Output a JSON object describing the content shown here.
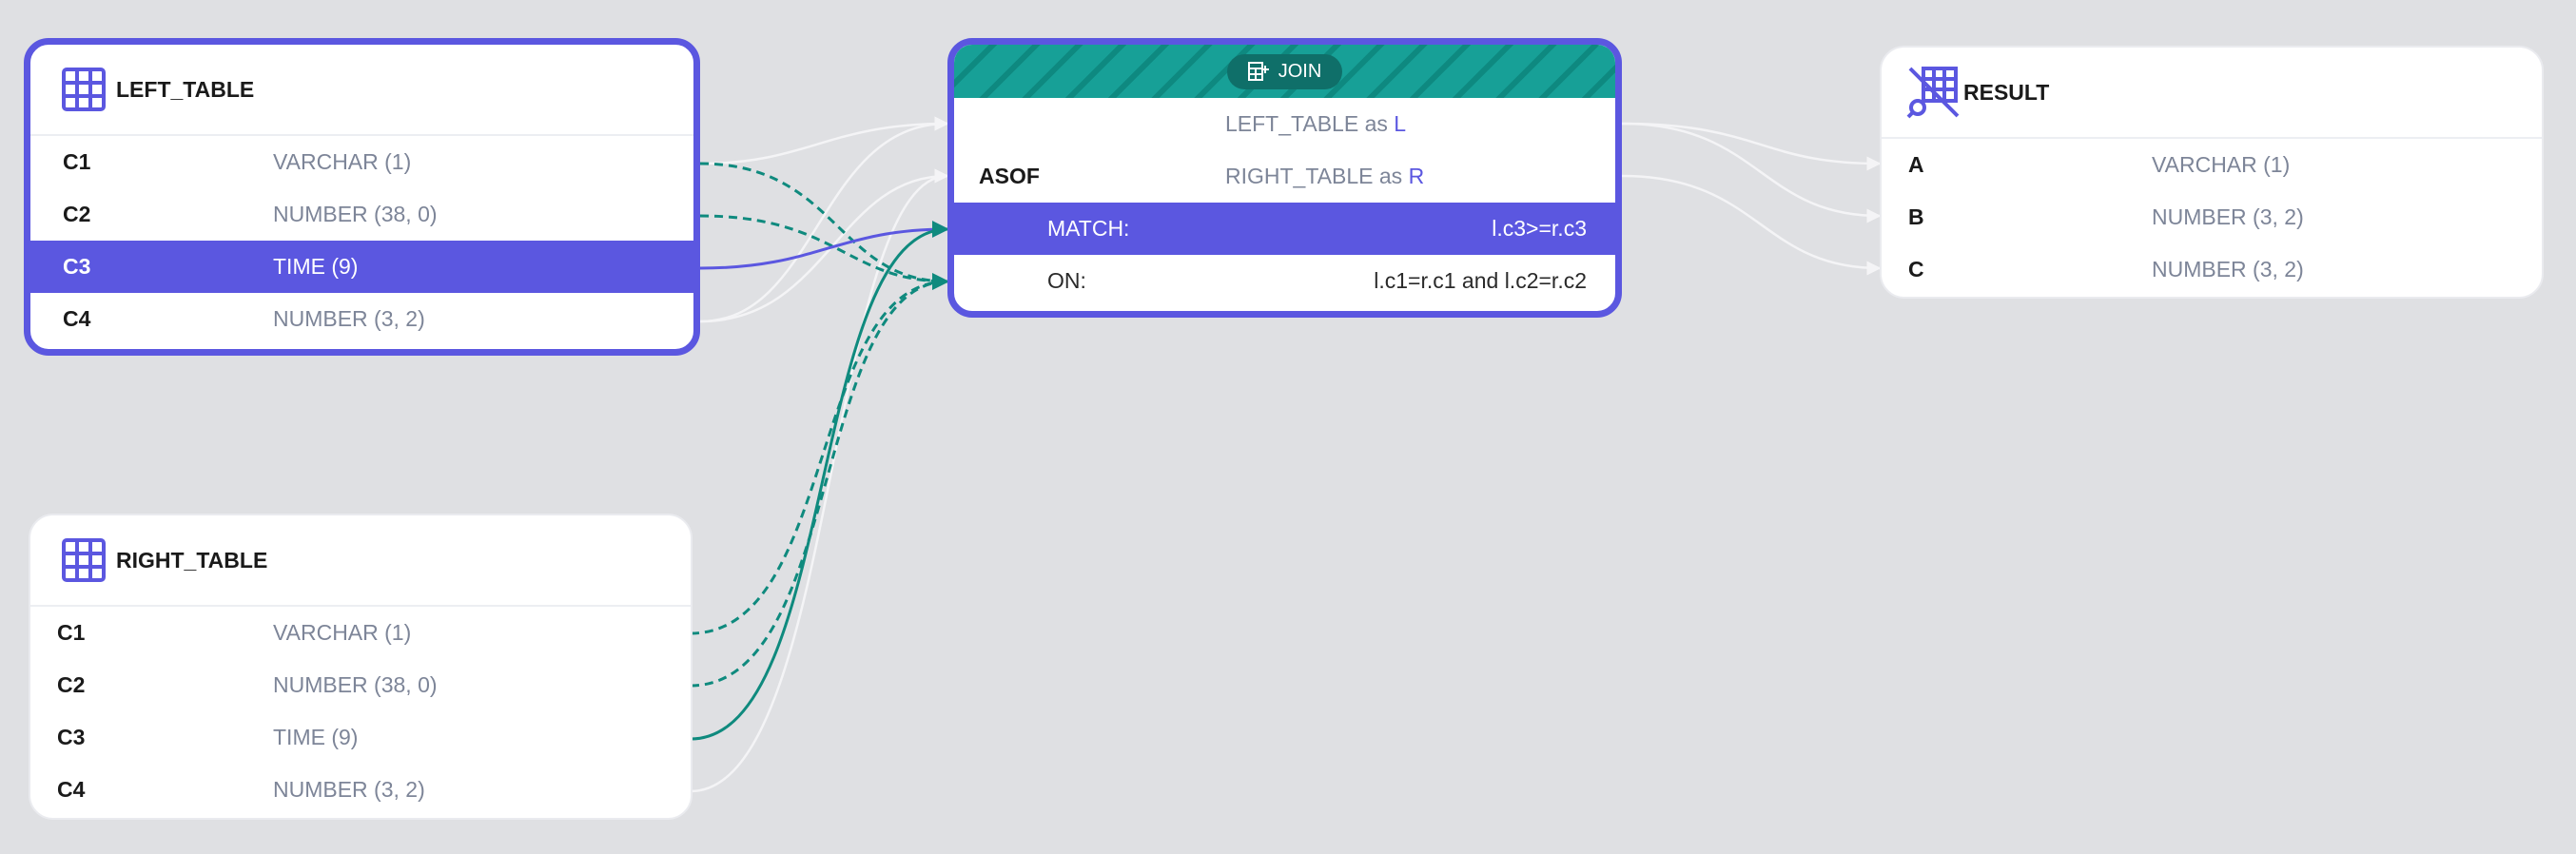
{
  "colors": {
    "accent": "#5b57e0",
    "teal": "#0f8a7e",
    "edge_inactive": "#f4f4f6",
    "type_text": "#7d8598",
    "background": "#dfe0e3"
  },
  "left_table": {
    "title": "LEFT_TABLE",
    "icon": "table-grid-icon",
    "columns": [
      {
        "name": "C1",
        "type": "VARCHAR (1)"
      },
      {
        "name": "C2",
        "type": "NUMBER (38, 0)"
      },
      {
        "name": "C3",
        "type": "TIME (9)"
      },
      {
        "name": "C4",
        "type": "NUMBER (3, 2)"
      }
    ],
    "highlighted_column": "C3"
  },
  "right_table": {
    "title": "RIGHT_TABLE",
    "icon": "table-grid-icon",
    "columns": [
      {
        "name": "C1",
        "type": "VARCHAR (1)"
      },
      {
        "name": "C2",
        "type": "NUMBER (38, 0)"
      },
      {
        "name": "C3",
        "type": "TIME (9)"
      },
      {
        "name": "C4",
        "type": "NUMBER (3, 2)"
      }
    ]
  },
  "join": {
    "badge_label": "JOIN",
    "icon": "join-table-icon",
    "left_source": "LEFT_TABLE as",
    "left_alias": "L",
    "join_type": "ASOF",
    "right_source": "RIGHT_TABLE as",
    "right_alias": "R",
    "match_label": "MATCH:",
    "match_condition": "l.c3>=r.c3",
    "on_label": "ON:",
    "on_condition": "l.c1=r.c1 and l.c2=r.c2"
  },
  "result": {
    "title": "RESULT",
    "icon": "result-table-search-icon",
    "columns": [
      {
        "name": "A",
        "type": "VARCHAR (1)"
      },
      {
        "name": "B",
        "type": "NUMBER (3, 2)"
      },
      {
        "name": "C",
        "type": "NUMBER (3, 2)"
      }
    ]
  }
}
